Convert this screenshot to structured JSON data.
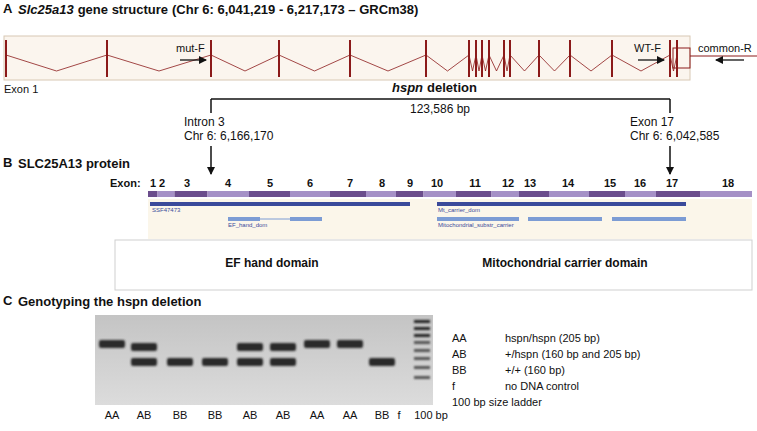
{
  "diagram": {
    "labels": [
      "A",
      "Slc25a13",
      "gene structure",
      "(Chr 6: 6,041,219 - 6,217,173 – GRCm38)",
      "mut-F",
      "WT-F",
      "common-R",
      "Exon 1",
      "hspn",
      "deletion",
      "123,586 bp",
      "Intron 3",
      "Chr 6: 6,166,170",
      "Exon 17",
      "Chr 6: 6,042,585",
      "B",
      "SLC25A13 protein",
      "Exon:",
      "1",
      "2",
      "3",
      "4",
      "5",
      "6",
      "7",
      "8",
      "9",
      "10",
      "11",
      "12",
      "13",
      "14",
      "15",
      "16",
      "17",
      "18",
      "SSF47473",
      "EF_hand_dom",
      "Mt_carrier_dom",
      "Mitochondrial_substr_carrier",
      "EF hand domain",
      "Mitochondrial carrier domain",
      "C",
      "Genotyping the hspn deletion",
      "AA",
      "AB",
      "BB",
      "BB",
      "AB",
      "AB",
      "AA",
      "AA",
      "BB",
      "f",
      "100 bp",
      "AA",
      "hspn/hspn (205 bp)",
      "AB",
      "+/hspn (160 bp and 205 bp)",
      "BB",
      "+/+ (160 bp)",
      "f",
      "no DNA control",
      "100 bp size ladder"
    ]
  }
}
